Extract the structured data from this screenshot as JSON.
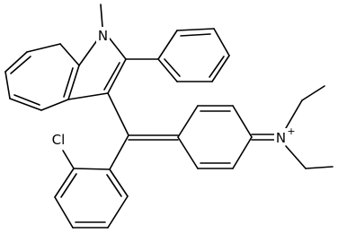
{
  "figure": {
    "type": "chemical-structure",
    "atom_labels": {
      "indole_nitrogen": "N",
      "chlorine": "Cl",
      "iminium_nitrogen": "N",
      "iminium_charge": "+"
    },
    "colors": {
      "background": "#ffffff",
      "bonds": "#000000",
      "labels": "#000000"
    }
  }
}
